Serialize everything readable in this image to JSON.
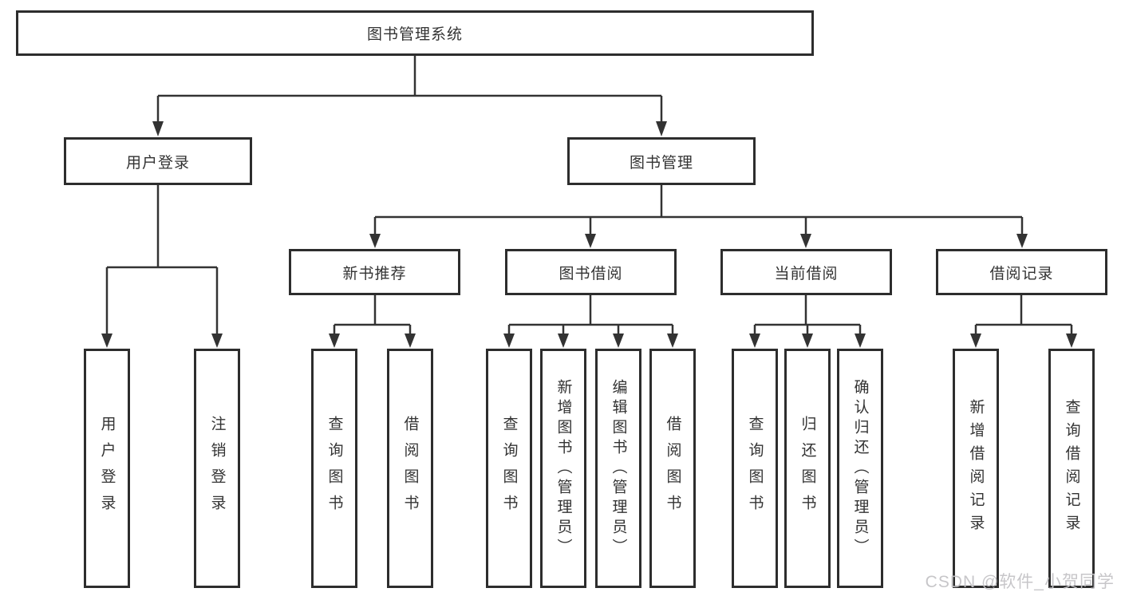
{
  "colors": {
    "line": "#333333",
    "box_border": "#2d2d2d",
    "text": "#333333",
    "background": "#ffffff",
    "watermark": "#c4c3c6"
  },
  "tree": {
    "label": "图书管理系统",
    "children": [
      {
        "label": "用户登录",
        "children": [
          {
            "label": "用户登录"
          },
          {
            "label": "注销登录"
          }
        ]
      },
      {
        "label": "图书管理",
        "children": [
          {
            "label": "新书推荐",
            "children": [
              {
                "label": "查询图书"
              },
              {
                "label": "借阅图书"
              }
            ]
          },
          {
            "label": "图书借阅",
            "children": [
              {
                "label": "查询图书"
              },
              {
                "label": "新增图书（管理员）"
              },
              {
                "label": "编辑图书（管理员）"
              },
              {
                "label": "借阅图书"
              }
            ]
          },
          {
            "label": "当前借阅",
            "children": [
              {
                "label": "查询图书"
              },
              {
                "label": "归还图书"
              },
              {
                "label": "确认归还（管理员）"
              }
            ]
          },
          {
            "label": "借阅记录",
            "children": [
              {
                "label": "新增借阅记录"
              },
              {
                "label": "查询借阅记录"
              }
            ]
          }
        ]
      }
    ]
  },
  "watermark": {
    "text": "CSDN @软件_小贺同学"
  }
}
